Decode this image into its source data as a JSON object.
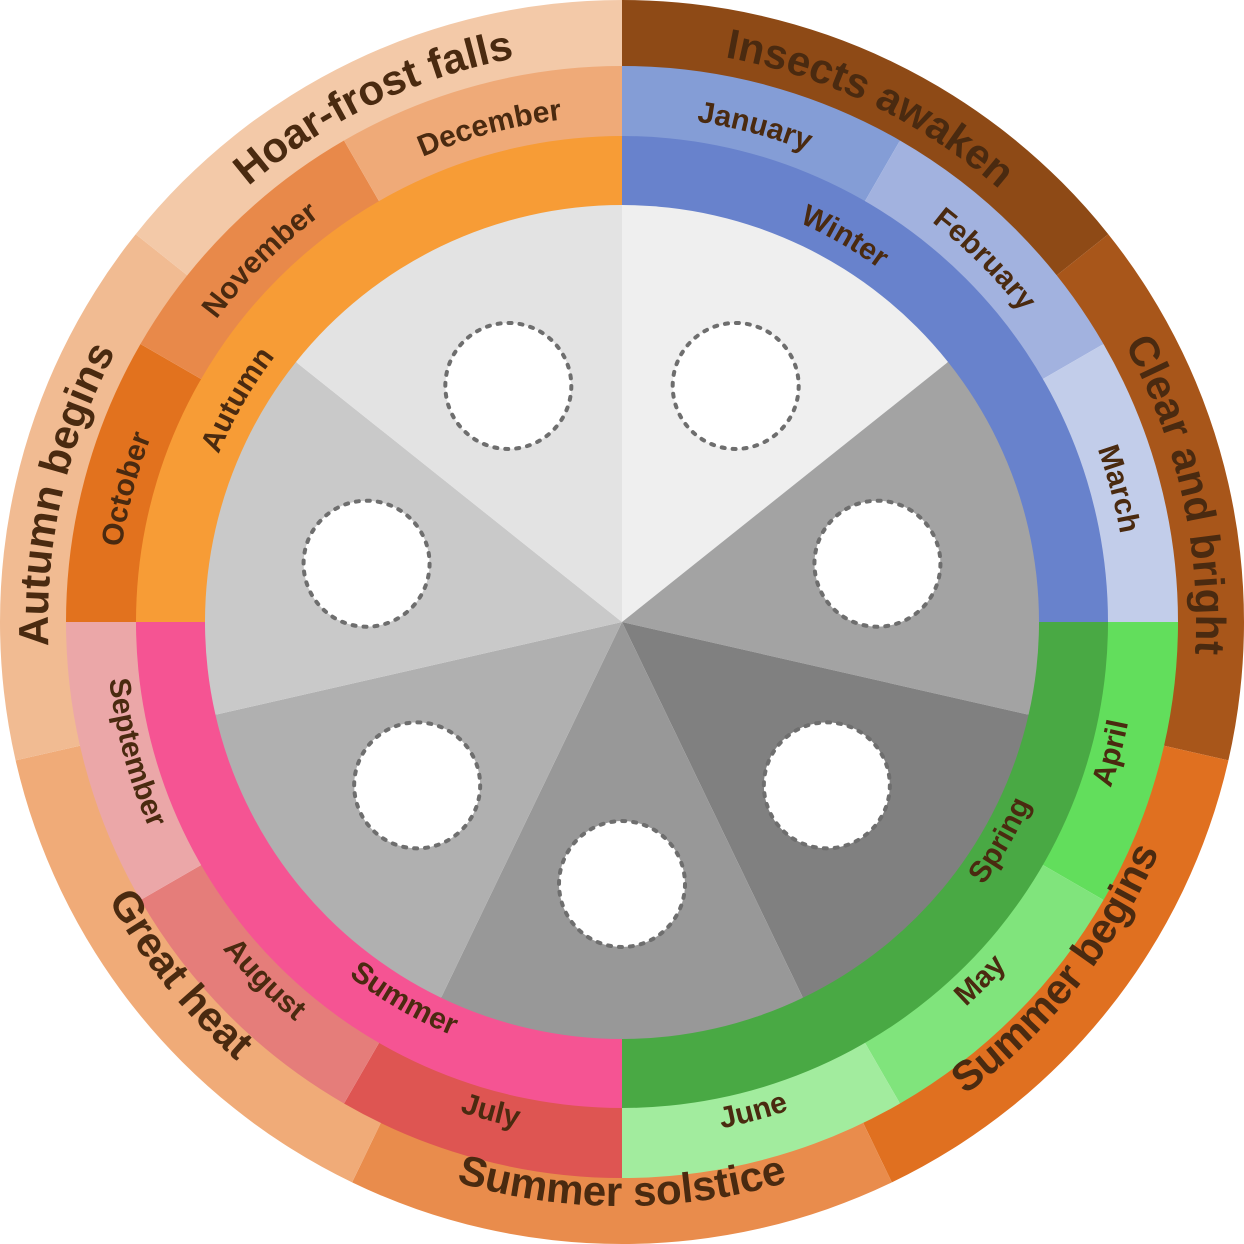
{
  "terms": [
    {
      "label": "Insects awaken",
      "color": "#8e4a16"
    },
    {
      "label": "Clear and bright",
      "color": "#a8561a"
    },
    {
      "label": "Summer begins",
      "color": "#e07020"
    },
    {
      "label": "Summer solstice",
      "color": "#e98c4c"
    },
    {
      "label": "Great heat",
      "color": "#f0ab78"
    },
    {
      "label": "Autumn begins",
      "color": "#f1bb92"
    },
    {
      "label": "Hoar-frost falls",
      "color": "#f3c9a8"
    }
  ],
  "months": [
    {
      "label": "January",
      "color": "#849dd6"
    },
    {
      "label": "February",
      "color": "#a2b2df"
    },
    {
      "label": "March",
      "color": "#c2cdea"
    },
    {
      "label": "April",
      "color": "#62de5c"
    },
    {
      "label": "May",
      "color": "#80e47c"
    },
    {
      "label": "June",
      "color": "#a2ec9e"
    },
    {
      "label": "July",
      "color": "#de5552"
    },
    {
      "label": "August",
      "color": "#e57d7a"
    },
    {
      "label": "September",
      "color": "#eba7a8"
    },
    {
      "label": "October",
      "color": "#e2721e"
    },
    {
      "label": "November",
      "color": "#e8894a"
    },
    {
      "label": "December",
      "color": "#efaa78"
    }
  ],
  "seasons": [
    {
      "label": "Winter",
      "color": "#6882cc"
    },
    {
      "label": "Spring",
      "color": "#49a944"
    },
    {
      "label": "Summer",
      "color": "#f55493"
    },
    {
      "label": "Autumn",
      "color": "#f79c36"
    }
  ],
  "slices": [
    {
      "color": "#efefef"
    },
    {
      "color": "#a3a3a3"
    },
    {
      "color": "#808080"
    },
    {
      "color": "#989898"
    },
    {
      "color": "#b0b0b0"
    },
    {
      "color": "#c9c9c9"
    },
    {
      "color": "#e3e3e3"
    }
  ],
  "placeholder_fill": "#ffffff",
  "placeholder_stroke": "#6e6e6e"
}
